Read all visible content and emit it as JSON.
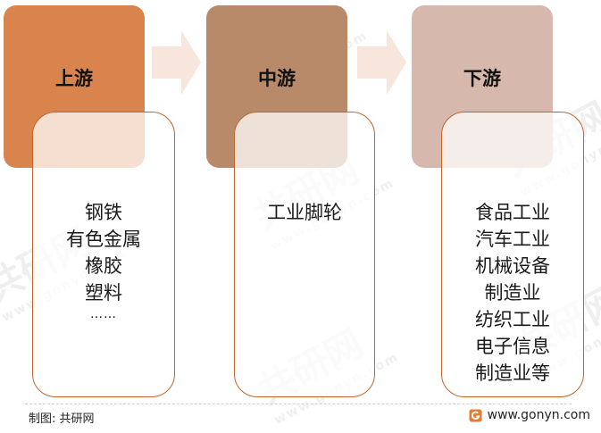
{
  "stages": [
    {
      "title": "上游",
      "color": "#d9844d",
      "items": [
        "钢铁",
        "有色金属",
        "橡胶",
        "塑料",
        "……"
      ]
    },
    {
      "title": "中游",
      "color": "#b98a6a",
      "items": [
        "工业脚轮"
      ]
    },
    {
      "title": "下游",
      "color": "#d6b8ad",
      "items": [
        "食品工业",
        "汽车工业",
        "机械设备",
        "制造业",
        "纺织工业",
        "电子信息",
        "制造业等"
      ]
    }
  ],
  "arrow_color": "#f8e6dc",
  "border_color": "#c3652b",
  "footer": {
    "credit": "制图: 共研网",
    "website": "www.gonyn.com"
  },
  "watermark": {
    "text": "共研网",
    "subtext": "www.gonyn.com"
  }
}
